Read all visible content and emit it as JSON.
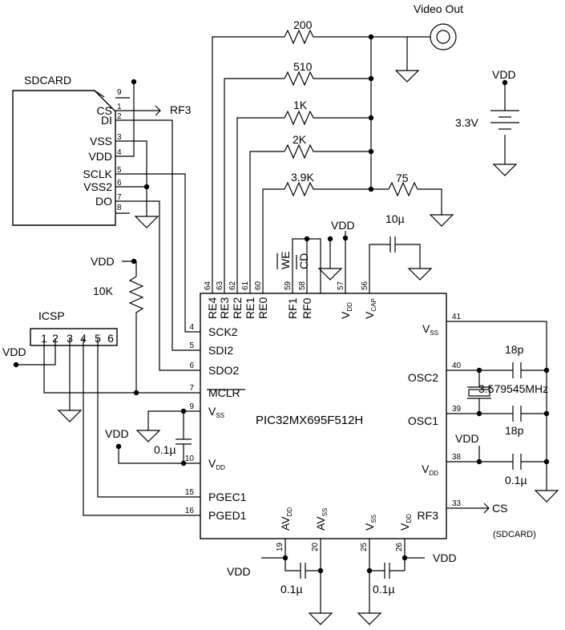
{
  "chip": {
    "name": "PIC32MX695F512H",
    "left_pins": [
      {
        "num": "4",
        "name": "SCK2"
      },
      {
        "num": "5",
        "name": "SDI2"
      },
      {
        "num": "6",
        "name": "SDO2"
      },
      {
        "num": "7",
        "name": "MCLR"
      },
      {
        "num": "9",
        "name": "V",
        "sub": "SS"
      },
      {
        "num": "10",
        "name": "V",
        "sub": "DD"
      },
      {
        "num": "15",
        "name": "PGEC1"
      },
      {
        "num": "16",
        "name": "PGED1"
      }
    ],
    "top_pins": [
      {
        "num": "64",
        "name": "RE4"
      },
      {
        "num": "63",
        "name": "RE3"
      },
      {
        "num": "62",
        "name": "RE2"
      },
      {
        "num": "61",
        "name": "RE1"
      },
      {
        "num": "60",
        "name": "RE0"
      },
      {
        "num": "59",
        "name": "RF1"
      },
      {
        "num": "58",
        "name": "RF0"
      },
      {
        "num": "57",
        "name": "V",
        "sub": "DD"
      },
      {
        "num": "56",
        "name": "V",
        "sub": "CAP"
      }
    ],
    "right_pins": [
      {
        "num": "41",
        "name": "V",
        "sub": "SS"
      },
      {
        "num": "40",
        "name": "OSC2"
      },
      {
        "num": "39",
        "name": "OSC1"
      },
      {
        "num": "38",
        "name": "V",
        "sub": "DD"
      },
      {
        "num": "33",
        "name": "RF3"
      }
    ],
    "bottom_pins": [
      {
        "num": "19",
        "name": "AV",
        "sub": "DD"
      },
      {
        "num": "20",
        "name": "AV",
        "sub": "SS"
      },
      {
        "num": "25",
        "name": "V",
        "sub": "SS"
      },
      {
        "num": "26",
        "name": "V",
        "sub": "DD"
      }
    ]
  },
  "sdcard": {
    "title": "SDCARD",
    "pins": [
      {
        "num": "9",
        "name": ""
      },
      {
        "num": "1",
        "name": "CS"
      },
      {
        "num": "2",
        "name": "DI"
      },
      {
        "num": "3",
        "name": "VSS"
      },
      {
        "num": "4",
        "name": "VDD"
      },
      {
        "num": "5",
        "name": "SCLK"
      },
      {
        "num": "6",
        "name": "VSS2"
      },
      {
        "num": "7",
        "name": "DO"
      },
      {
        "num": "8",
        "name": ""
      }
    ],
    "cs_net": "RF3"
  },
  "icsp": {
    "title": "ICSP",
    "pins": [
      "1",
      "2",
      "3",
      "4",
      "5",
      "6"
    ]
  },
  "labels": {
    "video_out": "Video Out",
    "vdd": "VDD",
    "supply": "3.3V",
    "r200": "200",
    "r510": "510",
    "r1k": "1K",
    "r2k": "2K",
    "r39k": "3.9K",
    "r75": "75",
    "r10k": "10K",
    "c_vcap": "10µ",
    "c_01": "0.1µ",
    "c_18p": "18p",
    "crystal": "3.579545MHz",
    "we": "WE",
    "cd": "CD",
    "cs_out": "CS",
    "cs_note": "(SDCARD)"
  }
}
